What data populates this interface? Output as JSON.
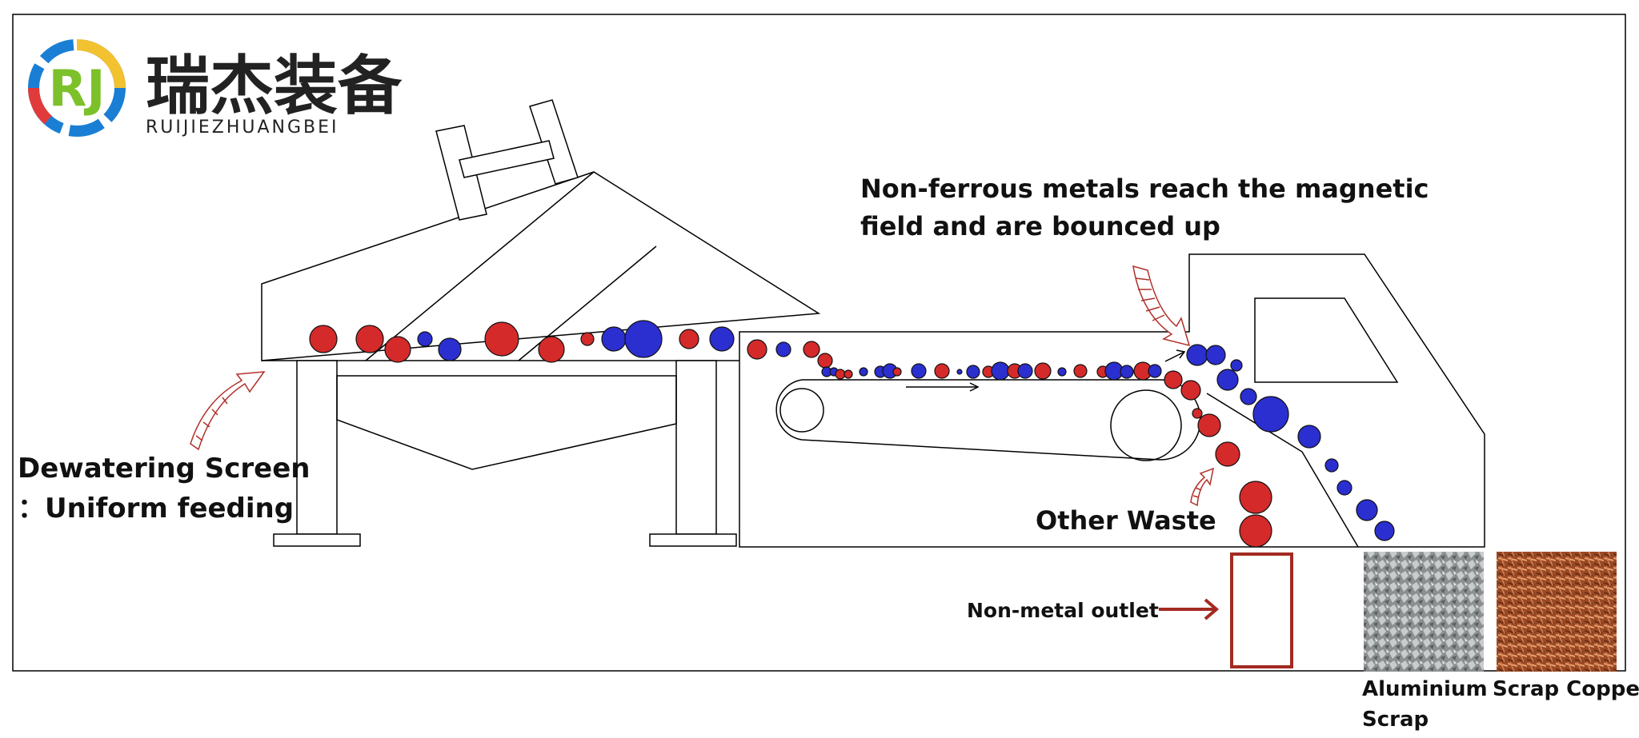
{
  "brand": {
    "logo_letters": "RJ",
    "name_cn": "瑞杰装备",
    "name_pinyin": "RUIJIEZHUANGBEI"
  },
  "labels": {
    "dewatering_line1": "Dewatering Screen",
    "dewatering_line2": "：Uniform feeding",
    "nonferrous_line1": "Non-ferrous metals reach the magnetic",
    "nonferrous_line2": "field and are bounced up",
    "other_waste": "Other Waste",
    "nonmetal_outlet": "Non-metal outlet",
    "aluminium_line1": "Aluminium",
    "aluminium_line2": "Scrap",
    "scrap_copper": "Scrap Copper"
  },
  "colors": {
    "nonferrous_particle": "#d42a2a",
    "waste_particle": "#2b2fcf",
    "arrow_outline": "#b0302a",
    "outlet_box": "#a32a22",
    "logo_green": "#7cc12a",
    "logo_ring_blue": "#1a7fd4",
    "logo_ring_red": "#e03a3a",
    "logo_ring_yellow": "#f2c230",
    "aluminium_texture": "#8f9292",
    "copper_texture": "#b8673a"
  }
}
